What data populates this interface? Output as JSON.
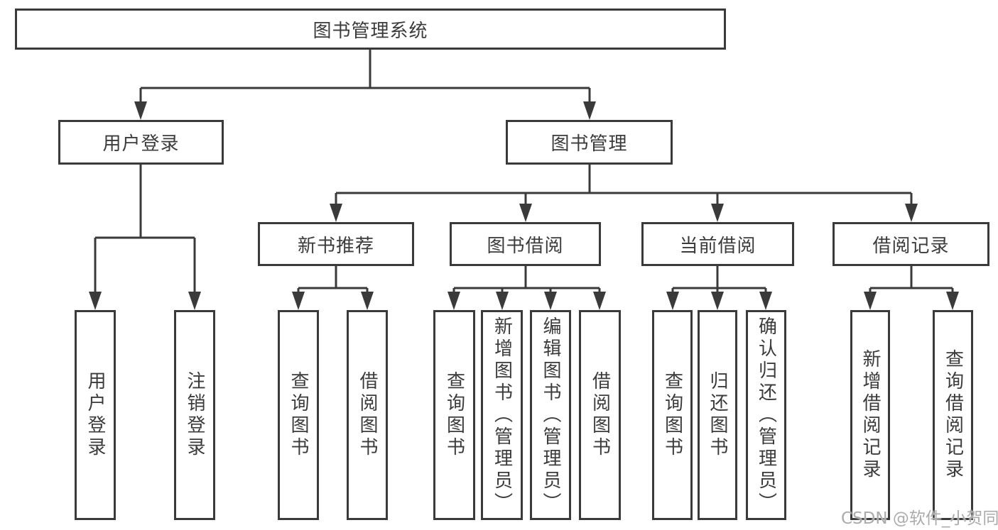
{
  "diagram": {
    "type": "hierarchy-tree",
    "root": {
      "label": "图书管理系统"
    },
    "branches": [
      {
        "label": "用户登录",
        "children": [
          {
            "label": "用户登录"
          },
          {
            "label": "注销登录"
          }
        ]
      },
      {
        "label": "图书管理",
        "children": [
          {
            "label": "新书推荐",
            "children": [
              {
                "label": "查询图书"
              },
              {
                "label": "借阅图书"
              }
            ]
          },
          {
            "label": "图书借阅",
            "children": [
              {
                "label": "查询图书"
              },
              {
                "label": "新增图书（管理员）"
              },
              {
                "label": "编辑图书（管理员）"
              },
              {
                "label": "借阅图书"
              }
            ]
          },
          {
            "label": "当前借阅",
            "children": [
              {
                "label": "查询图书"
              },
              {
                "label": "归还图书"
              },
              {
                "label": "确认归还（管理员）"
              }
            ]
          },
          {
            "label": "借阅记录",
            "children": [
              {
                "label": "新增借阅记录"
              },
              {
                "label": "查询借阅记录"
              }
            ]
          }
        ]
      }
    ]
  },
  "watermark": {
    "text": "CSDN @软件_小贺同学"
  },
  "colors": {
    "line": "#3a3a3a",
    "text": "#3b3b3b",
    "background": "#ffffff",
    "watermark": "#ababab"
  }
}
